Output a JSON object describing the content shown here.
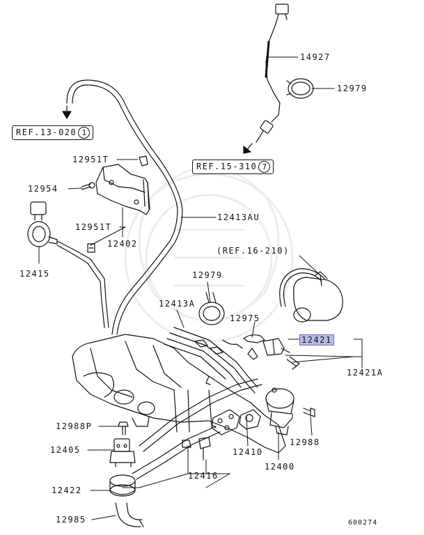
{
  "labels": {
    "p14927": "14927",
    "p12979a": "12979",
    "ref13": "REF.13-020",
    "ref13_num": "1",
    "p12951t_a": "12951T",
    "ref15": "REF.15-310",
    "ref15_num": "7",
    "p12954": "12954",
    "p12413au": "12413AU",
    "p12951t_b": "12951T",
    "p12402": "12402",
    "p12415": "12415",
    "ref16": "(REF.16-210)",
    "p12979b": "12979",
    "p12413a": "12413A",
    "p12975": "12975",
    "p12421": "12421",
    "p12421a": "12421A",
    "p12988p": "12988P",
    "p12405": "12405",
    "p12410": "12410",
    "p12988": "12988",
    "p12400": "12400",
    "p12416": "12416",
    "p12422": "12422",
    "p12985": "12985",
    "diagram_code": "600274"
  },
  "colors": {
    "ink": "#111111",
    "highlight": "#b9b9e6",
    "watermark": "#ececec"
  }
}
